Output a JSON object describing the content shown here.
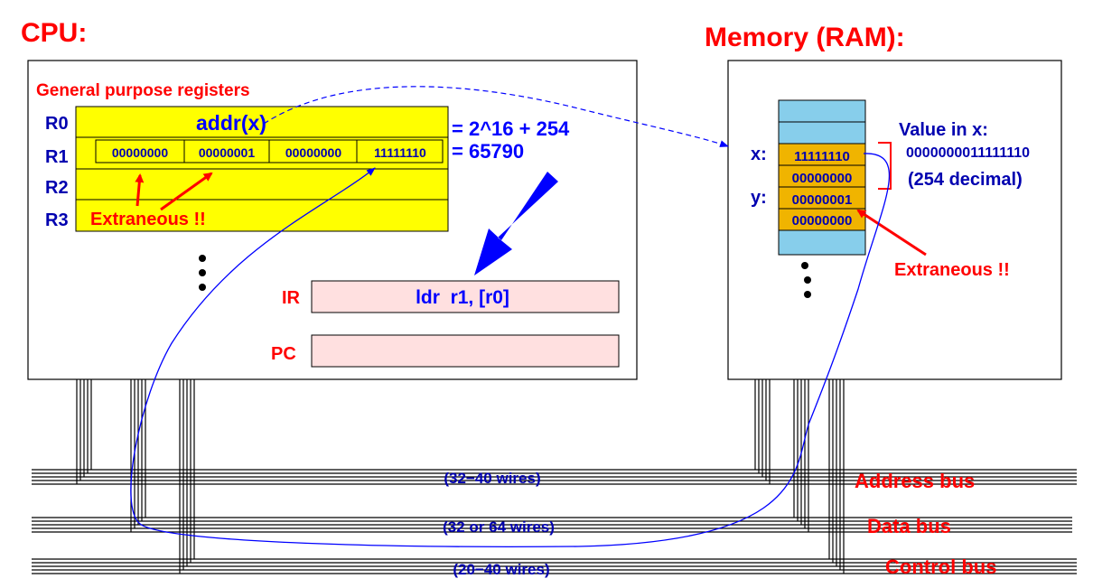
{
  "cpu": {
    "title": "CPU:",
    "registers_label": "General purpose registers",
    "register_names": [
      "R0",
      "R1",
      "R2",
      "R3"
    ],
    "r0_value": "addr(x)",
    "r1_bytes": [
      "00000000",
      "00000001",
      "00000000",
      "11111110"
    ],
    "r1_eq_top": "= 2^16 + 254",
    "r1_eq_bottom": "= 65790",
    "extraneous": "Extraneous !!",
    "ir_label": "IR",
    "ir_value": "ldr  r1, [r0]",
    "pc_label": "PC",
    "pc_value": ""
  },
  "memory": {
    "title": "Memory (RAM):",
    "x_label": "x:",
    "y_label": "y:",
    "cells": [
      "",
      "",
      "11111110",
      "00000000",
      "00000001",
      "00000000",
      ""
    ],
    "value_title": "Value in x:",
    "value_binary": "0000000011111110",
    "value_decimal": "(254 decimal)",
    "extraneous": "Extraneous !!"
  },
  "buses": {
    "address_label": "Address bus",
    "address_wires": "(32−40 wires)",
    "data_label": "Data bus",
    "data_wires": "(32 or 64 wires)",
    "control_label": "Control bus",
    "control_wires": "(20−40 wires)"
  },
  "colors": {
    "red": "#ff0000",
    "blue": "#0000ff",
    "register_fill": "#ffff00",
    "ir_pc_fill": "#ffe0e0",
    "memory_fill": "#87ceeb",
    "memory_cell_fill": "#f0b400"
  }
}
